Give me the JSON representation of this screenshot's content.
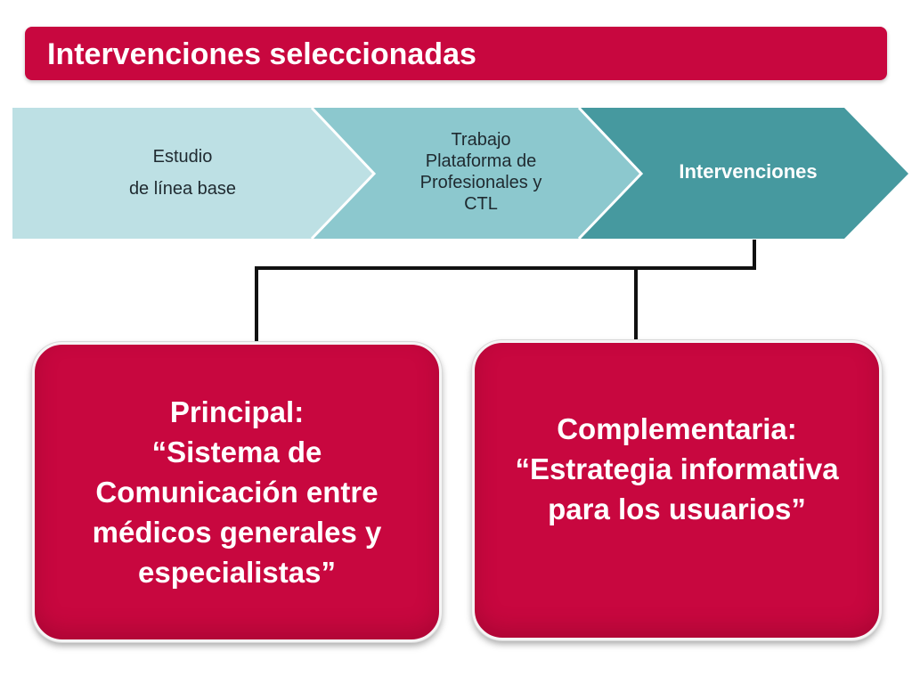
{
  "title": "Intervenciones seleccionadas",
  "process": {
    "steps": [
      {
        "lines": [
          "Estudio",
          "de línea base"
        ]
      },
      {
        "lines": [
          "Trabajo",
          "Plataforma de",
          "Profesionales y",
          "CTL"
        ]
      },
      {
        "lines": [
          "Intervenciones"
        ]
      }
    ]
  },
  "cards": {
    "principal": {
      "lines": [
        "Principal:",
        "“Sistema de",
        "Comunicación entre",
        "médicos generales y",
        "especialistas”"
      ]
    },
    "complementaria": {
      "lines": [
        "Complementaria:",
        "“Estrategia informativa",
        "para los usuarios”"
      ]
    }
  },
  "colors": {
    "accent": "#c8073f",
    "step1": "#bde0e4",
    "step2": "#8cc8ce",
    "step3": "#46999f",
    "connector": "#111111"
  }
}
